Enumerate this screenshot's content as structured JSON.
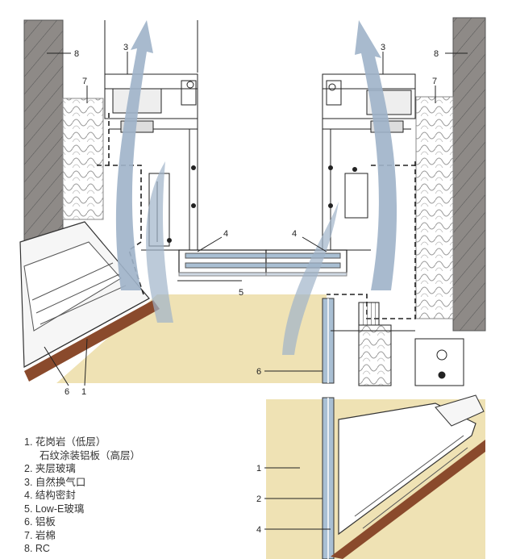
{
  "callouts": {
    "left_1": "1",
    "left_3": "3",
    "left_4": "4",
    "left_5": "5",
    "left_6": "6",
    "left_7": "7",
    "left_8": "8",
    "right_1": "1",
    "right_2": "2",
    "right_3": "3",
    "right_4_top": "4",
    "right_4_bottom": "4",
    "right_6": "6",
    "right_7": "7",
    "right_8": "8"
  },
  "legend": [
    "1. 花岗岩（低层）",
    "石纹涂装铝板（高层）",
    "2. 夹层玻璃",
    "3. 自然换气口",
    "4. 结构密封",
    "5. Low-E玻璃",
    "6. 铝板",
    "7. 岩棉",
    "8. RC"
  ],
  "colors": {
    "concrete": "#8e8a87",
    "ceiling": "#efe2b4",
    "airflow": "#9fb3c9",
    "sill": "#8a4a2c",
    "glass": "#a9bfd3",
    "line": "#333333"
  }
}
